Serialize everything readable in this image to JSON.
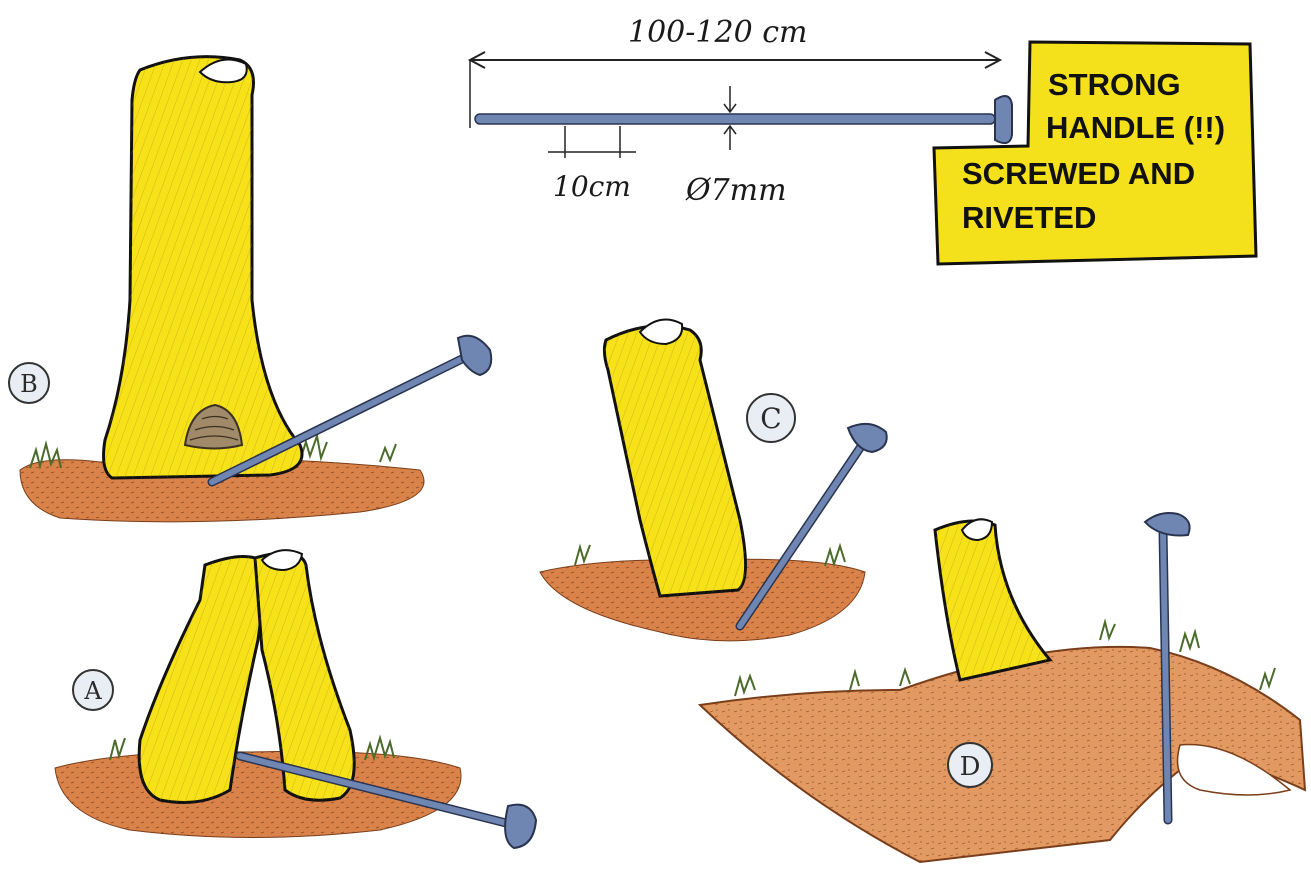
{
  "dimensions": {
    "total_length": "100-120 cm",
    "segment": "10cm",
    "diameter": "Ø7mm"
  },
  "note": {
    "line1": "STRONG",
    "line2": "HANDLE (!!)",
    "line3": "SCREWED AND",
    "line4": "RIVETED"
  },
  "panels": {
    "a": "A",
    "b": "B",
    "c": "C",
    "d": "D"
  },
  "colors": {
    "tube": "#f7e21a",
    "soil": "#d9824a",
    "rod": "#6f86b3",
    "note_bg": "#f5e01c",
    "grass": "#4a6b2a"
  }
}
